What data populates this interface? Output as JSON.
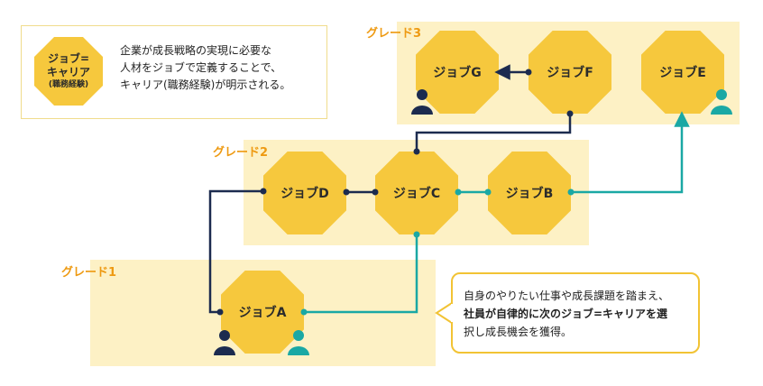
{
  "legend": {
    "octagon_line1": "ジョブ=",
    "octagon_line2": "キャリア",
    "octagon_line3": "(職務経験)",
    "text_line1": "企業が成長戦略の実現に必要な",
    "text_line2": "人材をジョブで定義することで、",
    "text_line3": "キャリア(職務経験)が明示される。"
  },
  "grades": {
    "grade1": "グレード1",
    "grade2": "グレード2",
    "grade3": "グレード3"
  },
  "jobs": {
    "A": "ジョブA",
    "B": "ジョブB",
    "C": "ジョブC",
    "D": "ジョブD",
    "E": "ジョブE",
    "F": "ジョブF",
    "G": "ジョブG"
  },
  "callout": {
    "line1": "自身のやりたい仕事や成長課題を踏まえ、",
    "line2": "社員が自律的に次のジョブ=キャリアを選",
    "line3": "択し成長機会を獲得。"
  },
  "colors": {
    "band": "#fdf1c5",
    "octagon": "#f6c83d",
    "grade_label": "#ee9a12",
    "path_navy": "#1c2b4f",
    "path_teal": "#1aa8a4",
    "callout_border": "#f2c334"
  },
  "icons": {
    "navy_person": "person-icon-navy",
    "teal_person": "person-icon-teal"
  }
}
